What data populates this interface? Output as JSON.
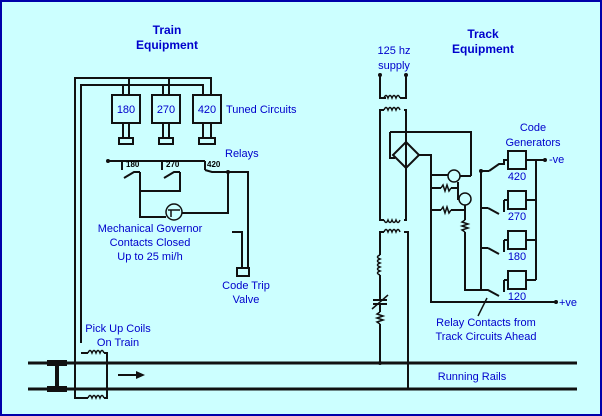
{
  "train": {
    "title_line1": "Train",
    "title_line2": "Equipment",
    "tuned_circuits": [
      "180",
      "270",
      "420"
    ],
    "tuned_circuits_label": "Tuned Circuits",
    "relays_label": "Relays",
    "relay_contacts": [
      "180",
      "270",
      "420"
    ],
    "governor_line1": "Mechanical Governor",
    "governor_line2": "Contacts Closed",
    "governor_line3": "Up to 25 mi/h",
    "valve_line1": "Code Trip",
    "valve_line2": "Valve",
    "pickup_line1": "Pick Up Coils",
    "pickup_line2": "On Train"
  },
  "track": {
    "title_line1": "Track",
    "title_line2": "Equipment",
    "supply_line1": "125 hz",
    "supply_line2": "supply",
    "code_gen_line1": "Code",
    "code_gen_line2": "Generators",
    "generators": [
      "420",
      "270",
      "180",
      "120"
    ],
    "neg_label": "-ve",
    "pos_label": "+ve",
    "relay_contacts_line1": "Relay Contacts from",
    "relay_contacts_line2": "Track Circuits Ahead",
    "rails_label": "Running Rails"
  },
  "colors": {
    "background": "#ccffff",
    "border": "#0000aa",
    "text": "#0000cc",
    "wire": "#111111"
  }
}
